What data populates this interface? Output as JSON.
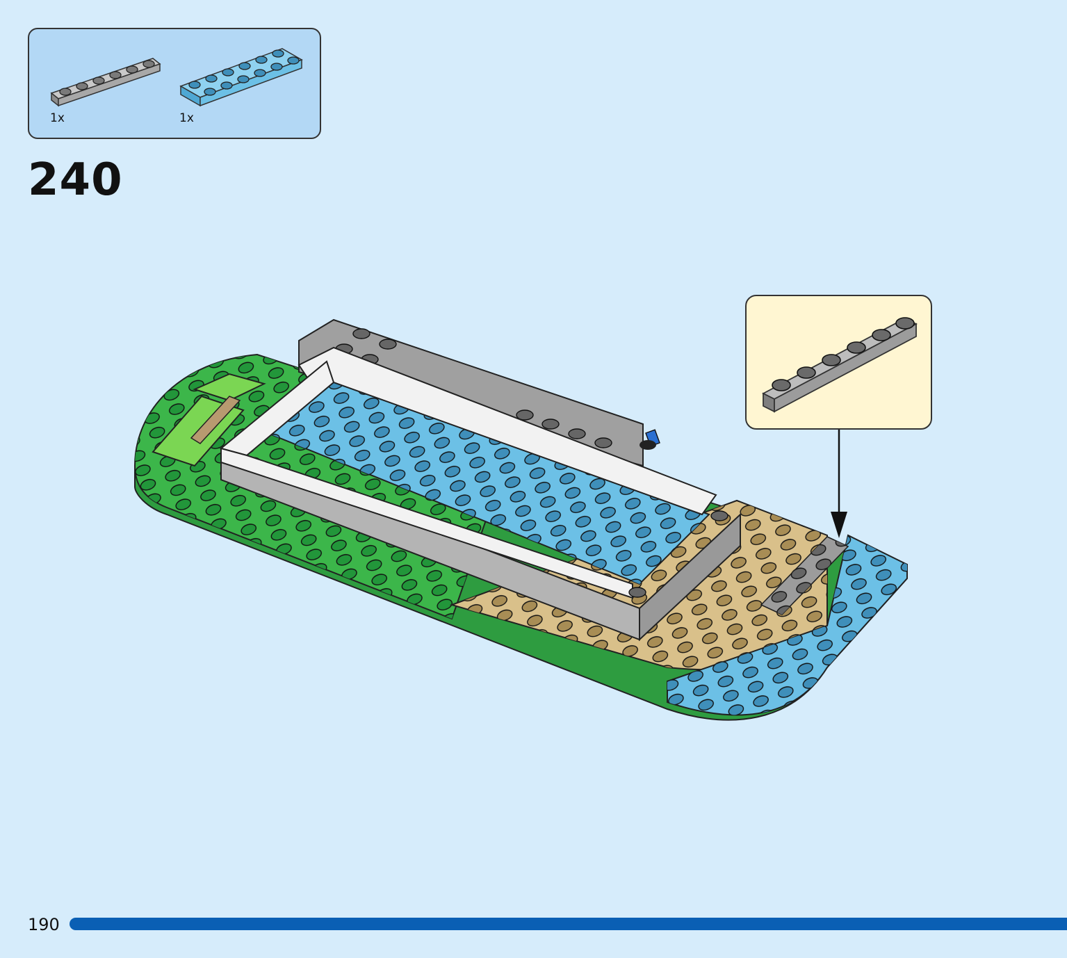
{
  "parts_list": {
    "items": [
      {
        "name": "gray-plate-1x6",
        "color": "#a8a8a8",
        "quantity": "1x"
      },
      {
        "name": "light-blue-plate-2x6",
        "color": "#6cc0e6",
        "quantity": "1x"
      }
    ]
  },
  "step": {
    "number": "240"
  },
  "callout": {
    "part_name": "gray-plate-1x6",
    "color": "#9c9c9c"
  },
  "model": {
    "colors": {
      "green": "#3cb64a",
      "lime": "#7bd653",
      "tan": "#d9c08a",
      "light_blue": "#6cc0e6",
      "gray": "#a0a0a0",
      "white": "#f2f2f2"
    }
  },
  "page": {
    "number": "190"
  },
  "progress_bar": {
    "color": "#0a5fb4"
  }
}
